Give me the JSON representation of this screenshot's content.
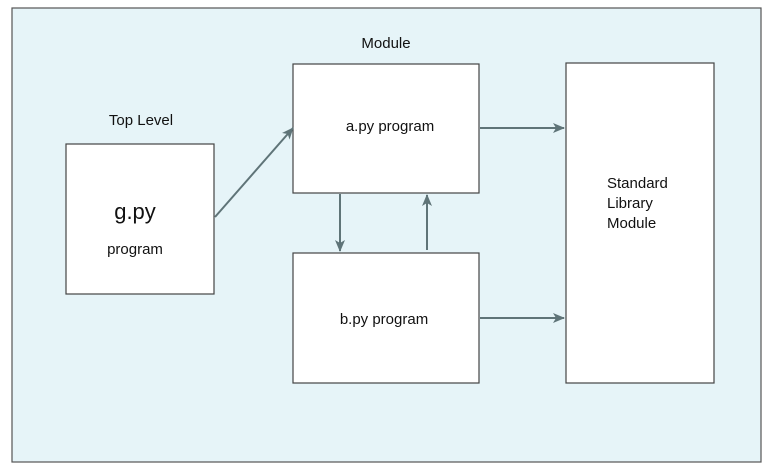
{
  "diagram": {
    "labels": {
      "module": "Module",
      "top_level": "Top Level"
    },
    "nodes": {
      "g": {
        "title": "g.py",
        "subtitle": "program"
      },
      "a": {
        "label": "a.py program"
      },
      "b": {
        "label": "b.py program"
      },
      "stdlib": {
        "line1": "Standard",
        "line2": "Library",
        "line3": "Module"
      }
    },
    "edges": [
      {
        "from": "g",
        "to": "a"
      },
      {
        "from": "a",
        "to": "b"
      },
      {
        "from": "b",
        "to": "a"
      },
      {
        "from": "a",
        "to": "stdlib"
      },
      {
        "from": "b",
        "to": "stdlib"
      }
    ],
    "colors": {
      "background": "#e6f4f8",
      "frame": "#555555",
      "node_fill": "#ffffff",
      "node_stroke": "#444444",
      "edge": "#5f7478"
    }
  }
}
